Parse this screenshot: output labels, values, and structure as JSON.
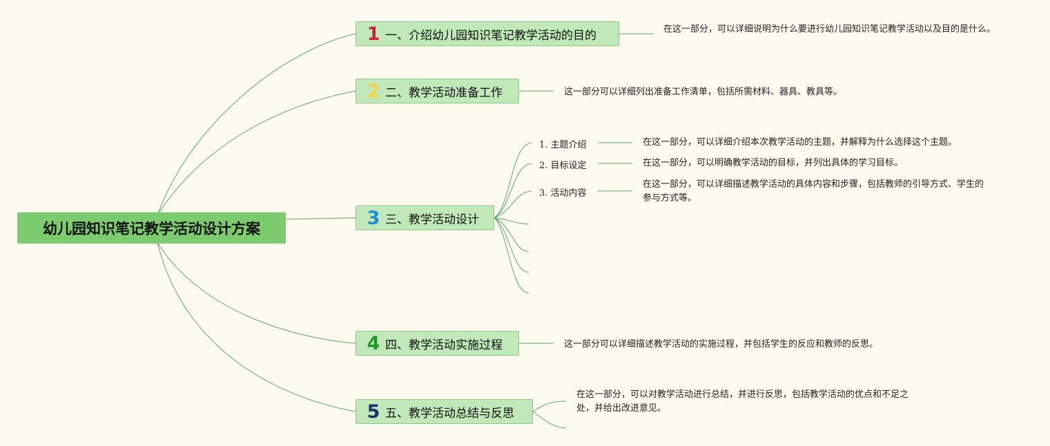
{
  "root": {
    "title": "幼儿园知识笔记教学活动设计方案"
  },
  "branches": [
    {
      "number": "1",
      "color": "#d0203a",
      "label": "一、介绍幼儿园知识笔记教学活动的目的",
      "desc": "在这一部分，可以详细说明为什么要进行幼儿园知识笔记教学活动以及目的是什么。"
    },
    {
      "number": "2",
      "color": "#f0d54a",
      "label": "二、教学活动准备工作",
      "desc": "这一部分可以详细列出准备工作清单，包括所需材料、器具、教具等。"
    },
    {
      "number": "3",
      "color": "#1a8fd6",
      "label": "三、教学活动设计",
      "subs": [
        {
          "label": "1. 主题介绍",
          "desc": "在这一部分，可以详细介绍本次教学活动的主题，并解释为什么选择这个主题。"
        },
        {
          "label": "2. 目标设定",
          "desc": "在这一部分，可以明确教学活动的目标，并列出具体的学习目标。"
        },
        {
          "label": "3. 活动内容",
          "desc": "在这一部分，可以详细描述教学活动的具体内容和步骤，包括教师的引导方式、学生的参与方式等。"
        }
      ]
    },
    {
      "number": "4",
      "color": "#1e9a2c",
      "label": "四、教学活动实施过程",
      "desc": "这一部分可以详细描述教学活动的实施过程，并包括学生的反应和教师的反思。"
    },
    {
      "number": "5",
      "color": "#1a2f6e",
      "label": "五、教学活动总结与反思",
      "desc": "在这一部分，可以对教学活动进行总结，并进行反思，包括教学活动的优点和不足之处，并给出改进意见。"
    }
  ],
  "colors": {
    "background": "#fdfbf0",
    "root_fill": "#7ccb6e",
    "branch_fill": "#c1e8b8",
    "connector": "#5aa56a"
  }
}
